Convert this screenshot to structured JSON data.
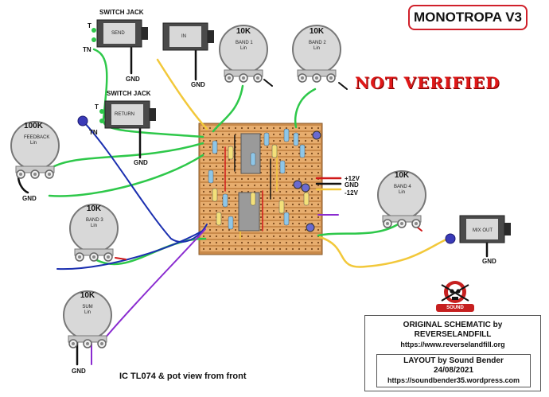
{
  "title": "MONOTROPA V3",
  "warning": "NOT VERIFIED",
  "credits": {
    "line1": "ORIGINAL SCHEMATIC by",
    "line2": "REVERSELANDFILL",
    "url1": "https://www.reverselandfill.org",
    "line3": "LAYOUT by Sound Bender",
    "date": "24/08/2021",
    "url2": "https://soundbender35.wordpress.com"
  },
  "footer_note": "IC TL074 & pot view from front",
  "logo_text": "SOUND BENDER",
  "jacks": {
    "send_title": "SWITCH JACK",
    "send_label": "SEND",
    "return_title": "SWITCH JACK",
    "return_label": "RETURN",
    "in_label": "IN",
    "mixout_label": "MIX OUT",
    "t": "T",
    "tn": "TN"
  },
  "pots": {
    "band1": {
      "value": "10K",
      "name": "BAND 1",
      "taper": "Lin"
    },
    "band2": {
      "value": "10K",
      "name": "BAND 2",
      "taper": "Lin"
    },
    "feedback": {
      "value": "100K",
      "name": "FEEDBACK",
      "taper": "Lin"
    },
    "band3": {
      "value": "10K",
      "name": "BAND 3",
      "taper": "Lin"
    },
    "band4": {
      "value": "10K",
      "name": "BAND 4",
      "taper": "Lin"
    },
    "sum": {
      "value": "10K",
      "name": "SUM",
      "taper": "Lin"
    }
  },
  "power": {
    "pos": "+12V",
    "gnd": "GND",
    "neg": "-12V"
  },
  "gnd": "GND",
  "colors": {
    "board": "#c98a4a",
    "strip": "#e7ad6e",
    "wire_green": "#2ec84a",
    "wire_yellow": "#f2c83a",
    "wire_blue": "#1b2fb0",
    "wire_purple": "#8a2bd0",
    "wire_black": "#111111",
    "wire_red": "#d01818"
  }
}
